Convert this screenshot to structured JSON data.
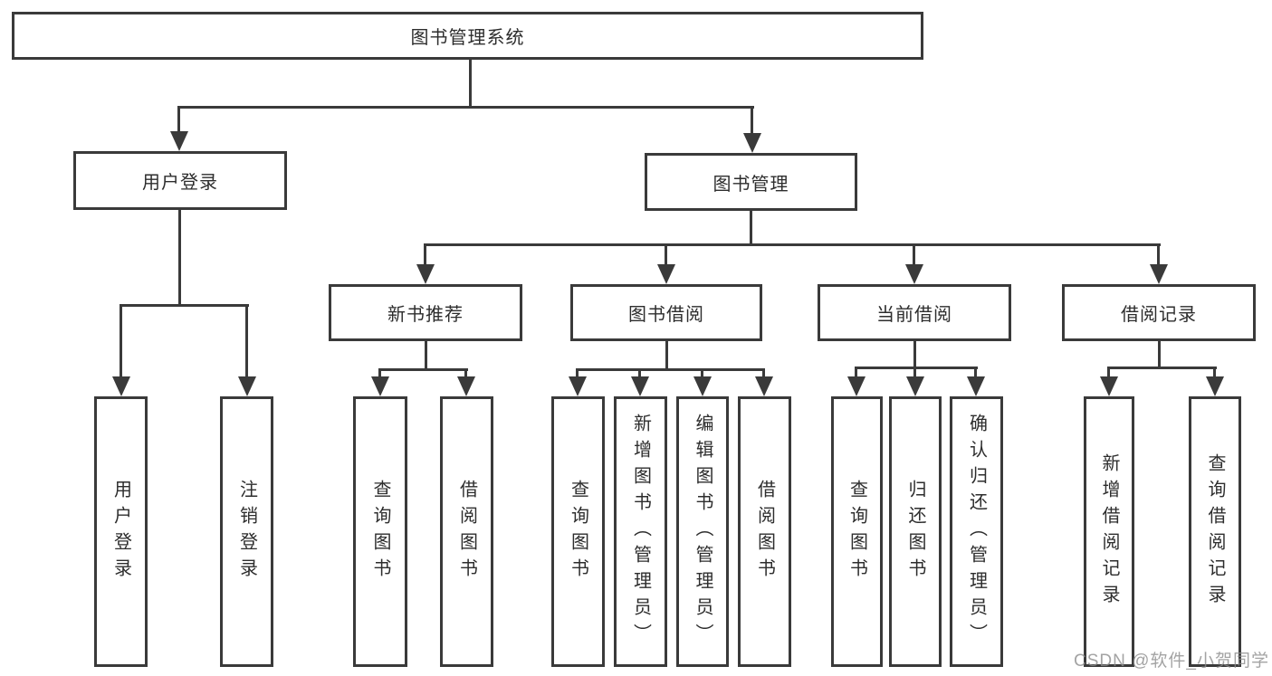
{
  "tree": {
    "label": "图书管理系统",
    "children": [
      {
        "label": "用户登录",
        "children": [
          {
            "label": "用户登录"
          },
          {
            "label": "注销登录"
          }
        ]
      },
      {
        "label": "图书管理",
        "children": [
          {
            "label": "新书推荐",
            "children": [
              {
                "label": "查询图书"
              },
              {
                "label": "借阅图书"
              }
            ]
          },
          {
            "label": "图书借阅",
            "children": [
              {
                "label": "查询图书"
              },
              {
                "label": "新增图书（管理员）"
              },
              {
                "label": "编辑图书（管理员）"
              },
              {
                "label": "借阅图书"
              }
            ]
          },
          {
            "label": "当前借阅",
            "children": [
              {
                "label": "查询图书"
              },
              {
                "label": "归还图书"
              },
              {
                "label": "确认归还（管理员）"
              }
            ]
          },
          {
            "label": "借阅记录",
            "children": [
              {
                "label": "新增借阅记录"
              },
              {
                "label": "查询借阅记录"
              }
            ]
          }
        ]
      }
    ]
  },
  "watermark": {
    "text": "CSDN @软件_小贺同学"
  },
  "colors": {
    "line": "#3a3a3a",
    "text": "#2d2d2d",
    "background": "#ffffff",
    "watermark": "#8c8c8c"
  }
}
